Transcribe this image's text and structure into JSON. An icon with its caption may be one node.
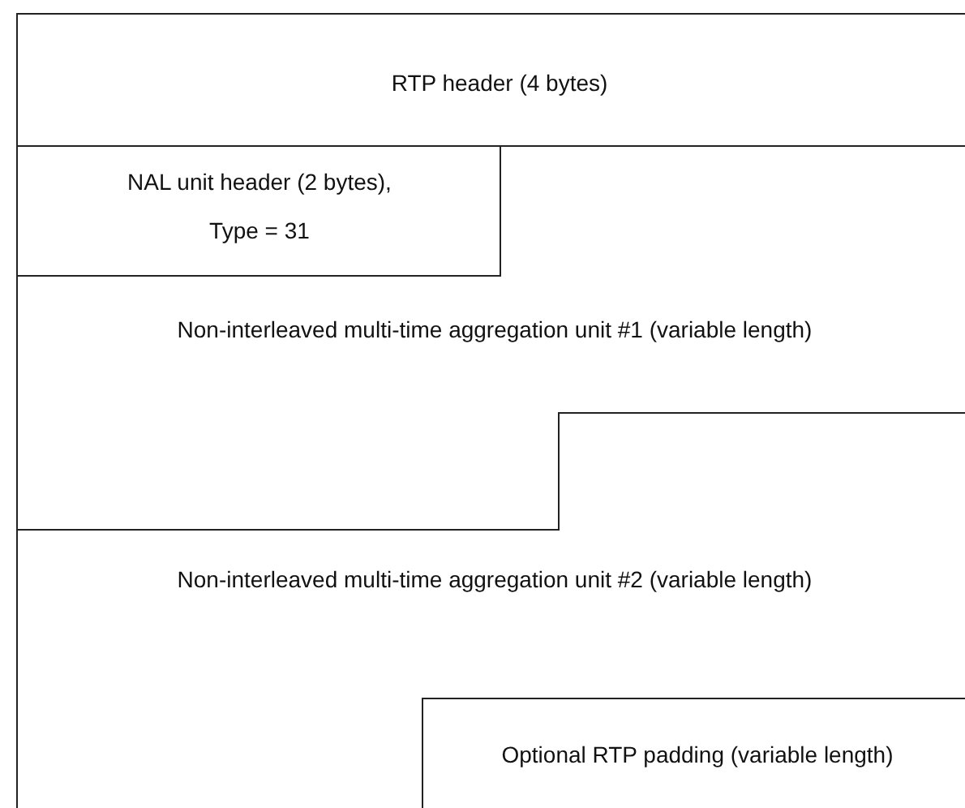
{
  "diagram": {
    "nodes": [
      {
        "text": [
          "RTP header (4 bytes)"
        ]
      },
      {
        "text": [
          "NAL unit header (2 bytes),",
          "Type = 31"
        ]
      },
      {
        "text": [
          "Non-interleaved multi-time aggregation unit #1 (variable length)"
        ]
      },
      {
        "text": [
          "Non-interleaved multi-time aggregation unit #2 (variable length)"
        ]
      },
      {
        "text": [
          "Optional RTP padding (variable length)"
        ]
      }
    ]
  }
}
